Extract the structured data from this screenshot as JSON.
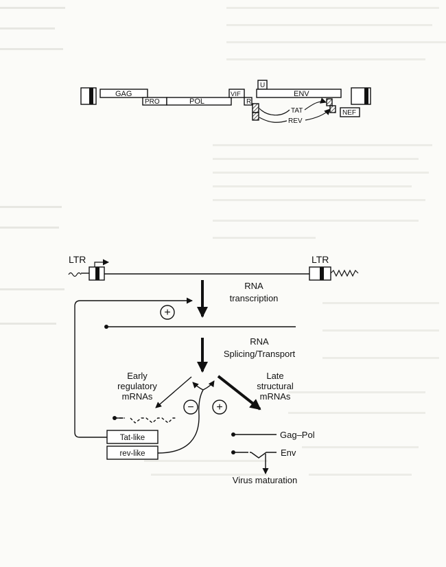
{
  "genome_map": {
    "genes": {
      "gag": "GAG",
      "pro": "PRO",
      "pol": "POL",
      "vif": "VIF",
      "r": "R",
      "u": "U",
      "env": "ENV",
      "tat": "TAT",
      "rev": "REV",
      "nef": "NEF"
    }
  },
  "regulation": {
    "ltr_left": "LTR",
    "ltr_right": "LTR",
    "step1_line1": "RNA",
    "step1_line2": "transcription",
    "step2_line1": "RNA",
    "step2_line2": "Splicing/Transport",
    "early_line1": "Early",
    "early_line2": "regulatory",
    "early_line3": "mRNAs",
    "late_line1": "Late",
    "late_line2": "structural",
    "late_line3": "mRNAs",
    "plus_sign": "+",
    "minus_sign": "−",
    "gag_pol": "Gag–Pol",
    "env": "Env",
    "tat_like": "Tat-like",
    "rev_like": "rev-like",
    "virus_maturation": "Virus maturation"
  },
  "colors": {
    "ink": "#111111",
    "paper": "#fbfbf8",
    "faint_text": "#c9c9c4"
  }
}
